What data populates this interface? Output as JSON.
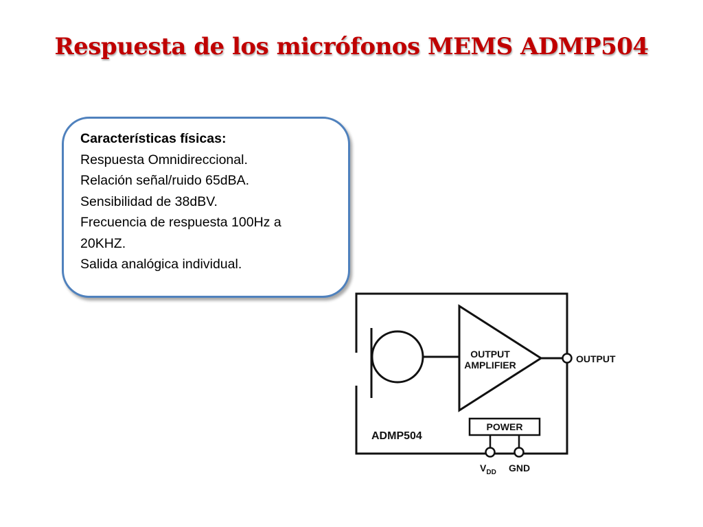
{
  "title": "Respuesta de los micrófonos MEMS ADMP504",
  "specs": {
    "heading": "Características físicas:",
    "lines": [
      "Respuesta Omnidireccional.",
      "Relación señal/ruido 65dBA.",
      "Sensibilidad de 38dBV.",
      "Frecuencia de respuesta 100Hz a",
      "20KHZ.",
      "Salida analógica individual."
    ]
  },
  "diagram": {
    "amplifier_line1": "OUTPUT",
    "amplifier_line2": "AMPLIFIER",
    "output_label": "OUTPUT",
    "power_label": "POWER",
    "part_label": "ADMP504",
    "vdd_main": "V",
    "vdd_sub": "DD",
    "gnd_label": "GND"
  },
  "colors": {
    "title": "#c00000",
    "box_border": "#4f81bd"
  }
}
